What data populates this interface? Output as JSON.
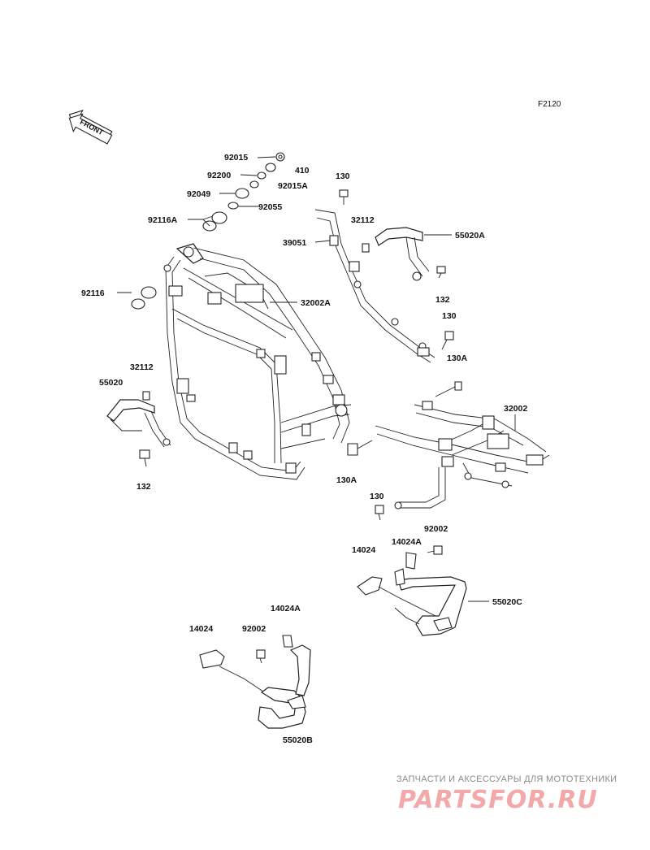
{
  "figure_code": "F2120",
  "front_arrow_text": "FRONT",
  "colors": {
    "line": "#222222",
    "watermark_text": "#8a8a8a",
    "watermark_logo": "#f3a9a9"
  },
  "labels": {
    "p92015": "92015",
    "p92200": "92200",
    "p410": "410",
    "p92015A": "92015A",
    "p92049": "92049",
    "p92055": "92055",
    "p92116A": "92116A",
    "p130_top": "130",
    "p32112_top": "32112",
    "p55020A": "55020A",
    "p39051": "39051",
    "p32002A": "32002A",
    "p92116": "92116",
    "p132_right": "132",
    "p130_mid": "130",
    "p130A_mid": "130A",
    "p32112_left": "32112",
    "p55020": "55020",
    "p32002": "32002",
    "p132_left": "132",
    "p130A_low": "130A",
    "p130_low": "130",
    "p92002_right": "92002",
    "p14024A_right": "14024A",
    "p14024_right": "14024",
    "p55020C": "55020C",
    "p14024A_left": "14024A",
    "p14024_left": "14024",
    "p92002_left": "92002",
    "p55020B": "55020B"
  },
  "watermark": {
    "tagline": "ЗАПЧАСТИ И АКСЕССУАРЫ ДЛЯ МОТОТЕХНИКИ",
    "logo": "PARTSFOR.RU"
  }
}
